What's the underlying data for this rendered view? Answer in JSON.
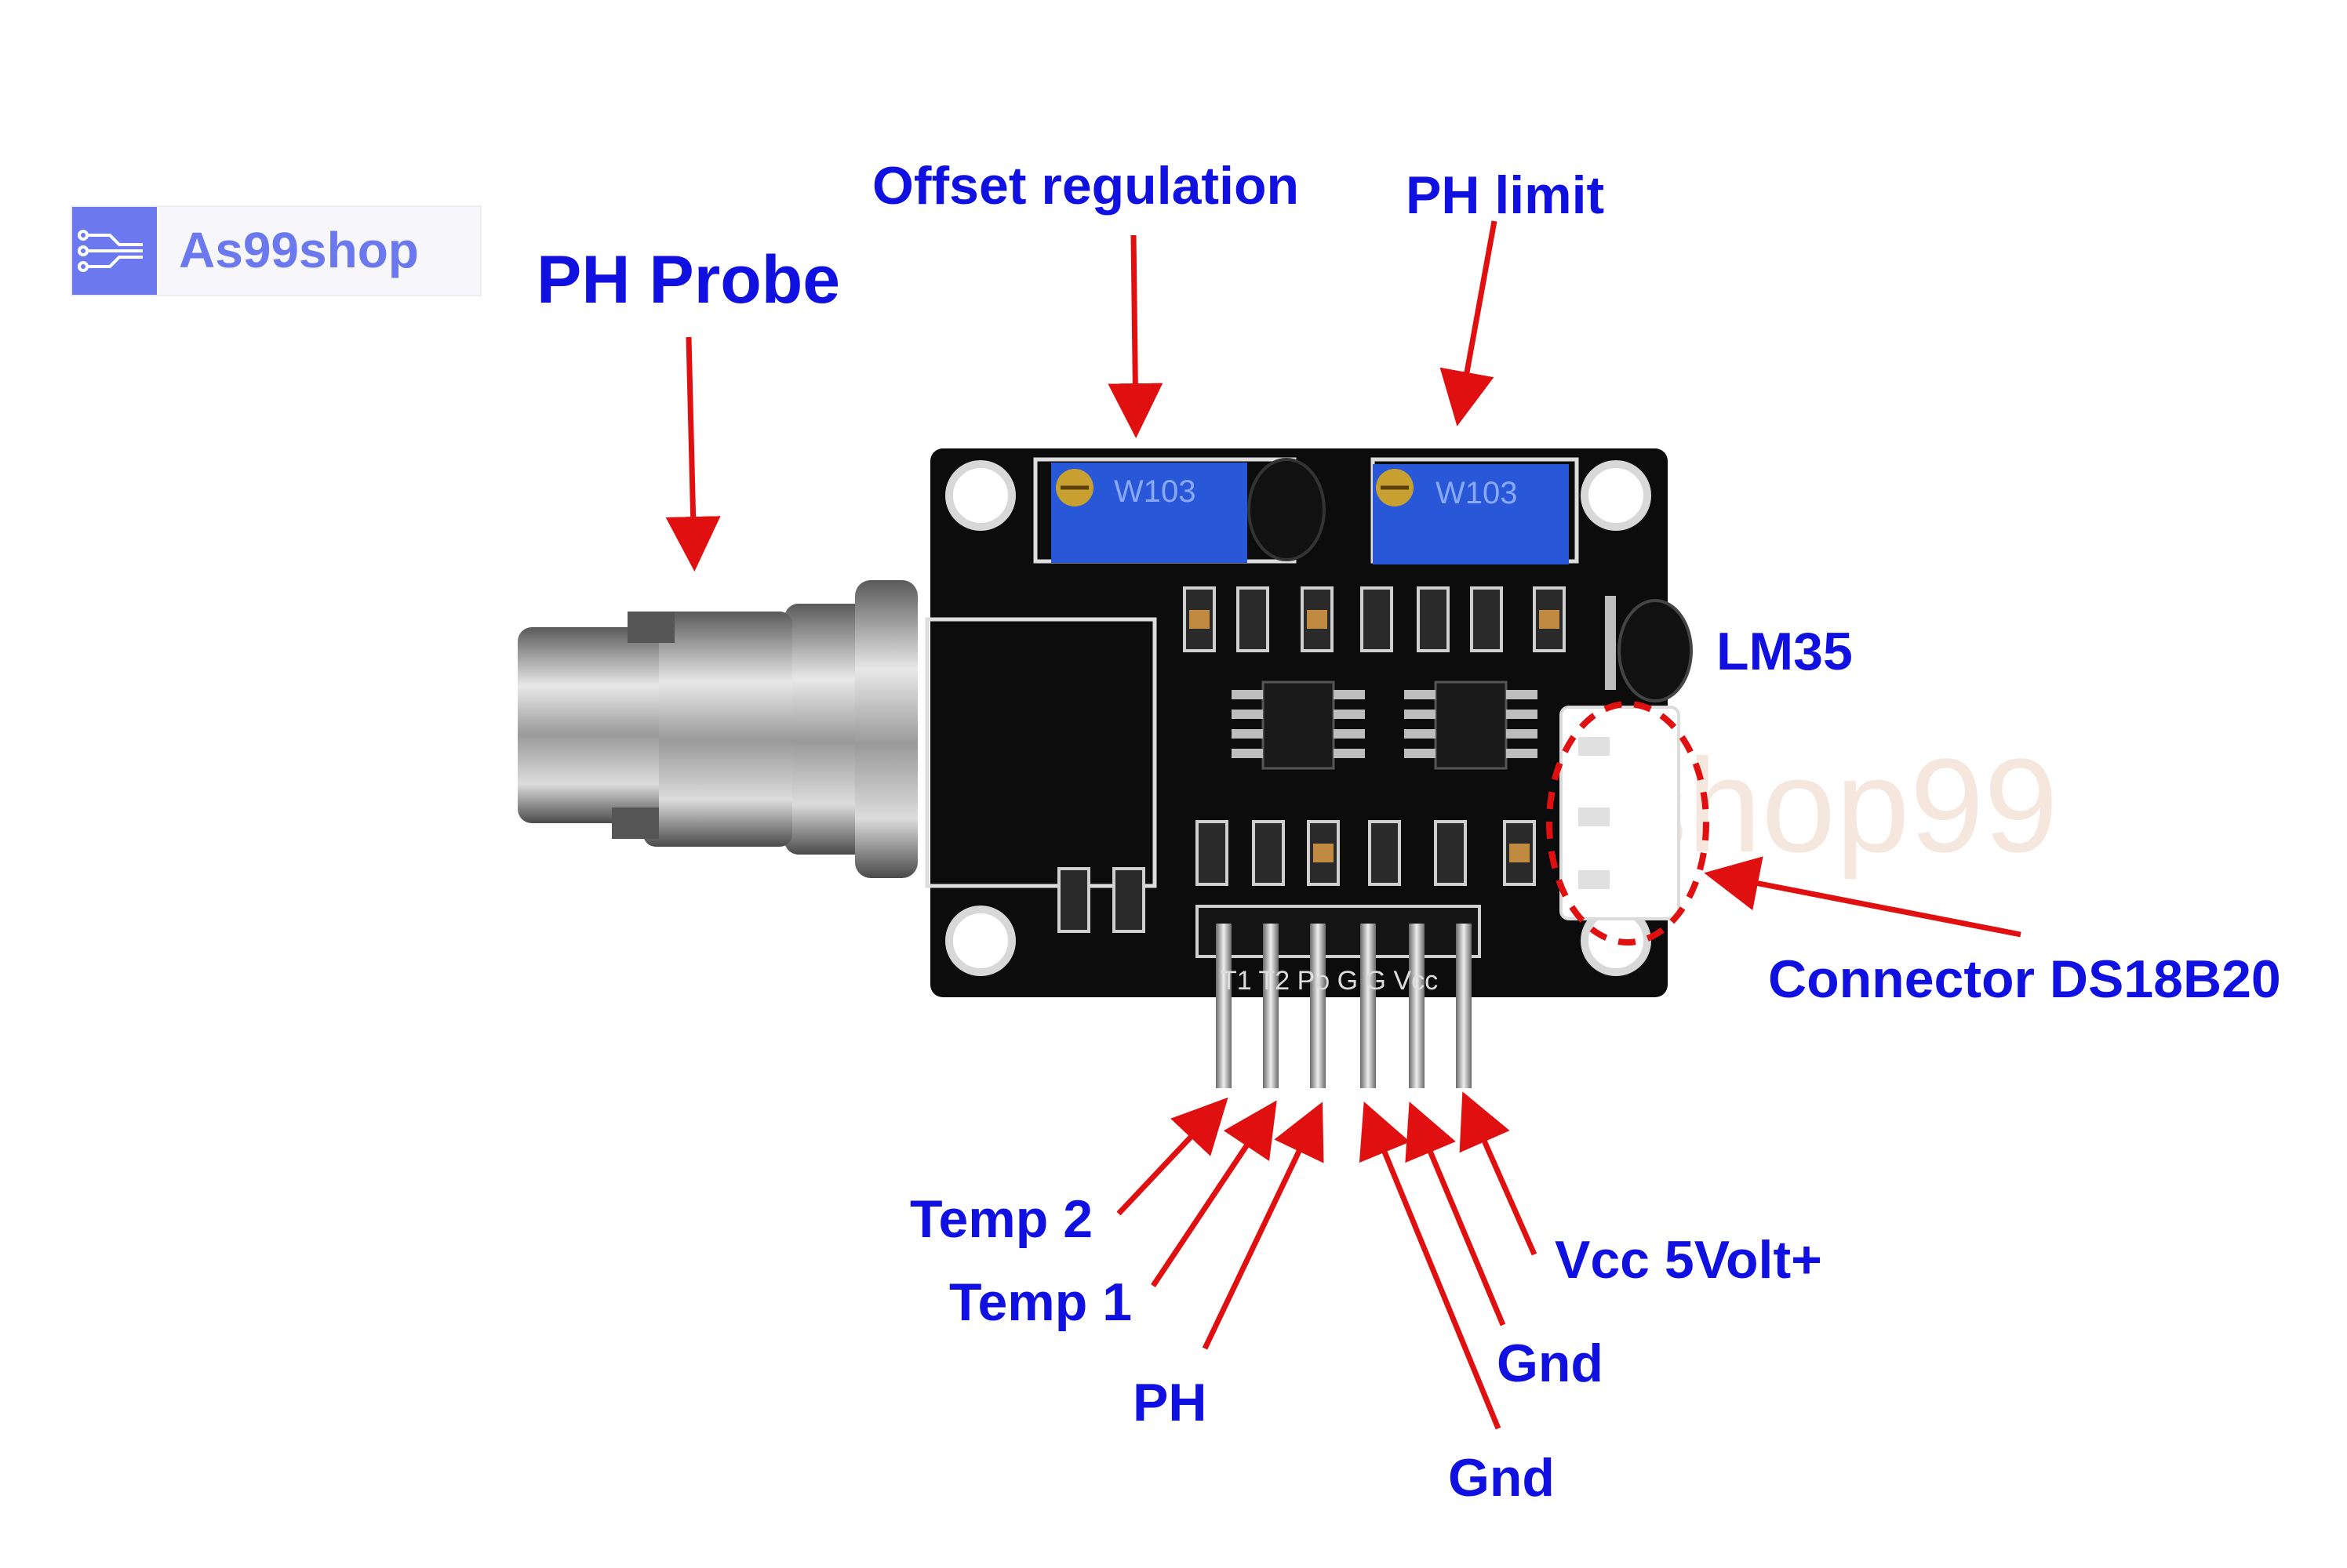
{
  "brand": {
    "logo_text": "As99shop",
    "logo_icon": "circuit-icon",
    "watermark": "Arduinoshop99"
  },
  "labels": {
    "ph_probe": "PH Probe",
    "offset_regulation": "Offset regulation",
    "ph_limit": "PH limit",
    "lm35": "LM35",
    "connector": "Connector DS18B20",
    "temp2": "Temp 2",
    "temp1": "Temp 1",
    "ph": "PH",
    "gnd1": "Gnd",
    "gnd2": "Gnd",
    "vcc": "Vcc 5Volt+"
  },
  "board": {
    "pot_marking": "W103",
    "pin_silkscreen": "T1 T2 Po G G Vcc"
  },
  "colors": {
    "label_blue": "#1010e0",
    "arrow_red": "#e01010",
    "pcb_black": "#0c0c0c",
    "pot_blue": "#2858d8"
  }
}
